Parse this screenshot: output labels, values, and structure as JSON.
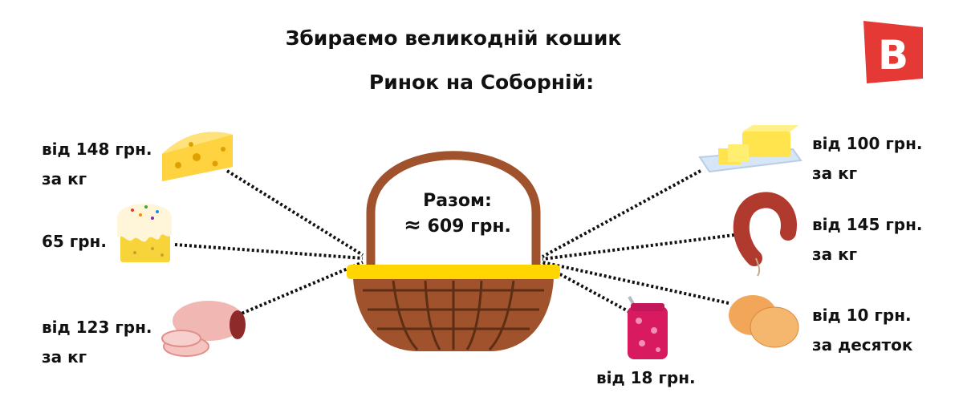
{
  "title": "Збираємо великодній кошик",
  "subtitle": "Ринок на Соборній:",
  "logo_letter": "B",
  "total": {
    "label": "Разом:",
    "approx": "≈",
    "value": "609 грн."
  },
  "items": {
    "cheese": {
      "line1": "від 148 грн.",
      "line2": "за кг"
    },
    "paska": {
      "line1": "65 грн."
    },
    "ham": {
      "line1": "від 123 грн.",
      "line2": "за кг"
    },
    "butter": {
      "line1": "від 100 грн.",
      "line2": "за кг"
    },
    "sausage": {
      "line1": "від 145 грн.",
      "line2": "за кг"
    },
    "eggs": {
      "line1": "від 10 грн.",
      "line2": "за десяток"
    },
    "jam": {
      "line1": "від 18 грн."
    }
  },
  "colors": {
    "basket": "#A0522D",
    "basket_rim": "#FFD600",
    "logo": "#E53935",
    "cheese": "#FFD23F",
    "sausage": "#B03A2E",
    "egg": "#F2A65A",
    "jam": "#D81B60"
  }
}
